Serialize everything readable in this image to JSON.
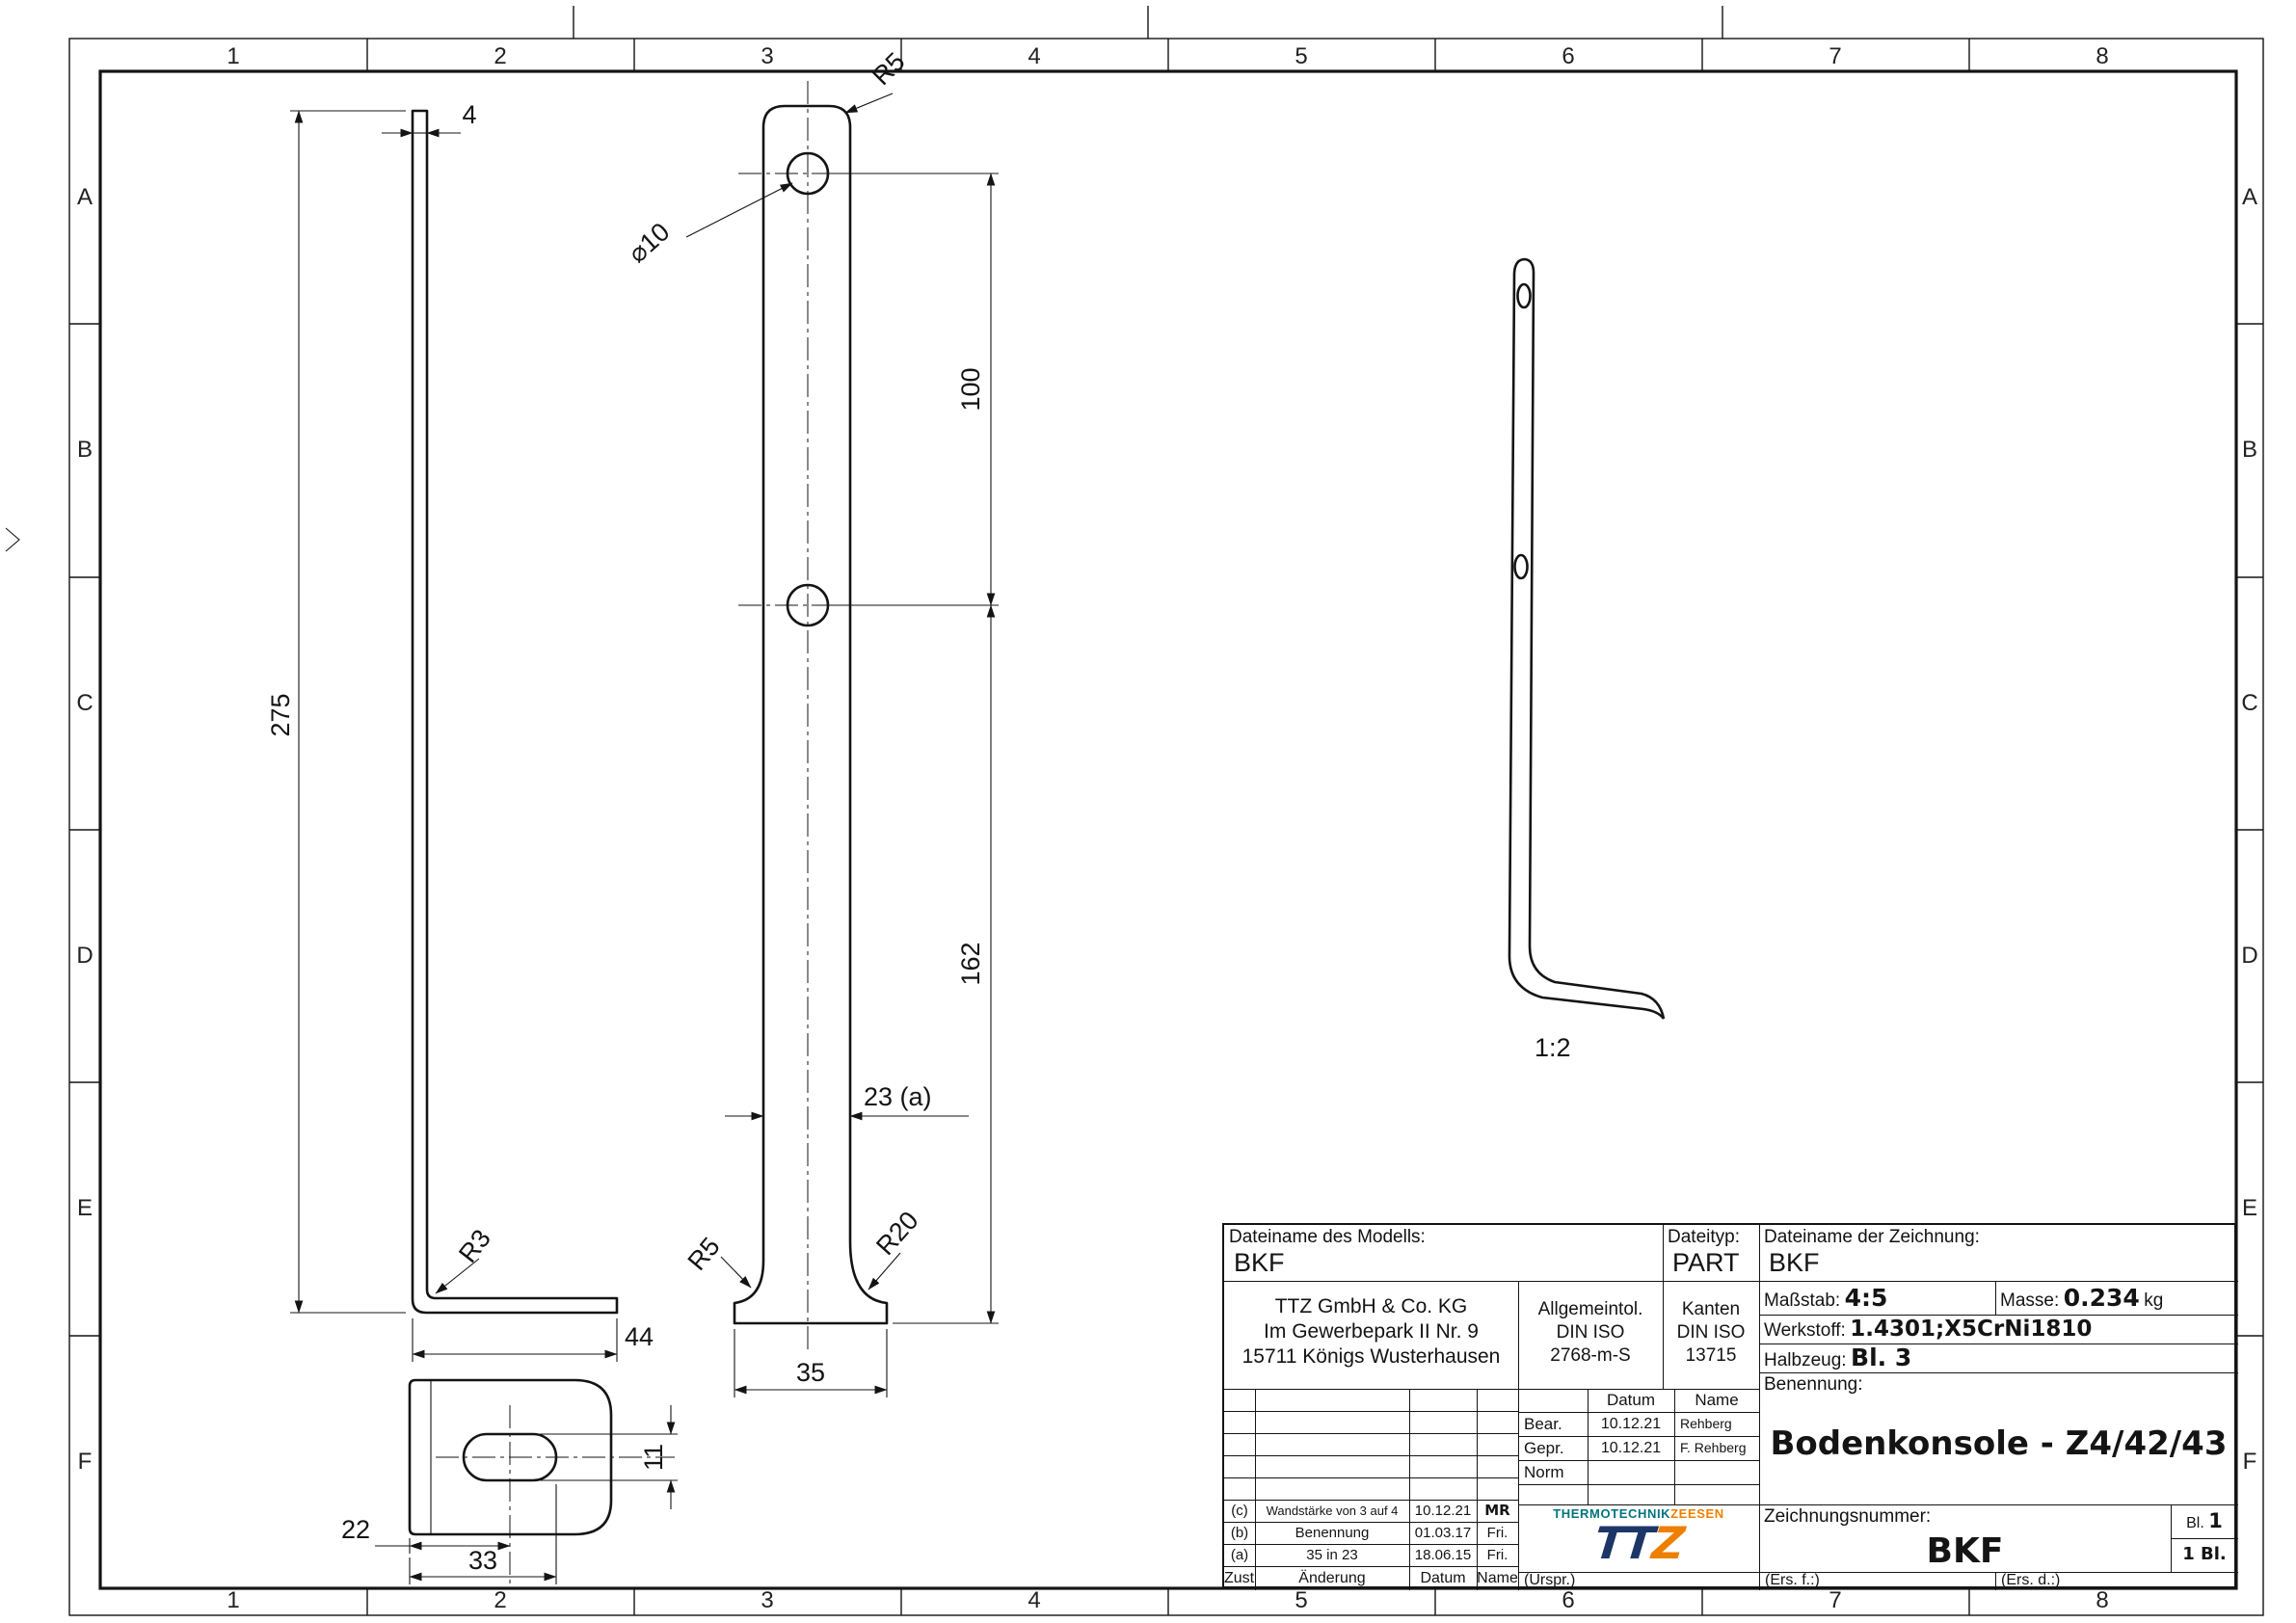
{
  "sheet": {
    "frame_columns": [
      "1",
      "2",
      "3",
      "4",
      "5",
      "6",
      "7",
      "8"
    ],
    "frame_rows": [
      "A",
      "B",
      "C",
      "D",
      "E",
      "F"
    ]
  },
  "views": {
    "side": {
      "thickness": "4",
      "height": "275",
      "foot_length": "44",
      "bend_radius": "R3"
    },
    "front": {
      "corner_radius": "R5",
      "hole_dia": "⌀10",
      "hole_spacing": "100",
      "lower_length": "162",
      "bar_width": "23 (a)",
      "base_width": "35",
      "flare_left": "R5",
      "flare_right": "R20"
    },
    "scale_view": {
      "label": "1:2"
    },
    "bottom": {
      "slot_height": "11",
      "slot_offset": "22",
      "slot_end": "33"
    }
  },
  "titleblock": {
    "model_file": {
      "label": "Dateiname des Modells:",
      "value": "BKF"
    },
    "file_type": {
      "label": "Dateityp:",
      "value": "PART"
    },
    "drawing_file": {
      "label": "Dateiname der Zeichnung:",
      "value": "BKF"
    },
    "company": {
      "line1": "TTZ GmbH & Co. KG",
      "line2": "Im Gewerbepark II Nr. 9",
      "line3": "15711 Königs Wusterhausen"
    },
    "general_tolerance": {
      "line1": "Allgemeintol.",
      "line2": "DIN ISO",
      "line3": "2768-m-S"
    },
    "edges": {
      "line1": "Kanten",
      "line2": "DIN ISO",
      "line3": "13715"
    },
    "scale": {
      "label": "Maßstab:",
      "value": "4:5"
    },
    "mass": {
      "label": "Masse:",
      "value": "0.234",
      "unit": "kg"
    },
    "material": {
      "label": "Werkstoff:",
      "value": "1.4301;X5CrNi1810"
    },
    "semi_finished": {
      "label": "Halbzeug:",
      "value": "Bl. 3"
    },
    "designation": {
      "label": "Benennung:",
      "value": "Bodenkonsole - Z4/42/43"
    },
    "approval": {
      "date_header": "Datum",
      "name_header": "Name",
      "rows": [
        {
          "role": "Bear.",
          "date": "10.12.21",
          "name": "Rehberg"
        },
        {
          "role": "Gepr.",
          "date": "10.12.21",
          "name": "F. Rehberg"
        },
        {
          "role": "Norm",
          "date": "",
          "name": ""
        }
      ]
    },
    "revisions": {
      "rows": [
        {
          "id": "(c)",
          "change": "Wandstärke von 3 auf 4",
          "date": "10.12.21",
          "name": "MR"
        },
        {
          "id": "(b)",
          "change": "Benennung",
          "date": "01.03.17",
          "name": "Fri."
        },
        {
          "id": "(a)",
          "change": "35 in 23",
          "date": "18.06.15",
          "name": "Fri."
        }
      ],
      "header": {
        "id": "Zust.",
        "change": "Änderung",
        "date": "Datum",
        "name": "Name"
      }
    },
    "logo": {
      "brand_primary": "THERMOTECHNIK",
      "brand_secondary": "ZEESEN",
      "mark_tt": "TT",
      "mark_z": "Z",
      "teal": "#00747e",
      "orange": "#ee7f00",
      "navy": "#1c3667"
    },
    "drawing_number": {
      "label": "Zeichnungsnummer:",
      "value": "BKF"
    },
    "sheet_of": {
      "sheet_label": "Bl.",
      "sheet_value": "1",
      "total": "1 Bl."
    },
    "origin_label": "(Urspr.)",
    "replacement_for_label": "(Ers. f.:)",
    "replaced_by_label": "(Ers. d.:)"
  }
}
